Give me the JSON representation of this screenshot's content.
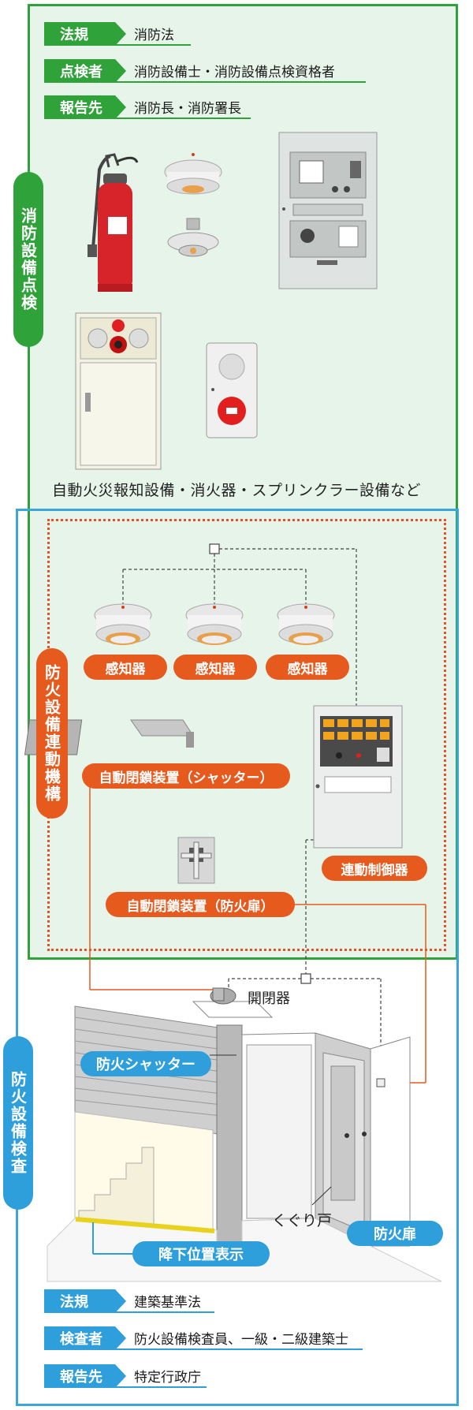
{
  "fire_inspection": {
    "section_label": "消防設備点検",
    "law_label": "法規",
    "law_value": "消防法",
    "inspector_label": "点検者",
    "inspector_value": "消防設備士・消防設備点検資格者",
    "report_label": "報告先",
    "report_value": "消防長・消防署長",
    "equipment_caption": "自動火災報知設備・消火器・スプリンクラー設備など"
  },
  "interlock": {
    "section_label": "防火設備連動機構",
    "detector_labels": [
      "感知器",
      "感知器",
      "感知器"
    ],
    "shutter_closer_label": "自動閉鎖装置（シャッター）",
    "door_closer_label": "自動閉鎖装置（防火扉）",
    "controller_label": "連動制御器"
  },
  "building": {
    "release_label": "開閉器",
    "shutter_label": "防火シャッター",
    "wicket_label": "くぐり戸",
    "door_label": "防火扉",
    "drop_position_label": "降下位置表示"
  },
  "fire_equipment_inspection": {
    "section_label": "防火設備検査",
    "law_label": "法規",
    "law_value": "建築基準法",
    "inspector_label": "検査者",
    "inspector_value": "防火設備検査員、一級・二級建築士",
    "report_label": "報告先",
    "report_value": "特定行政庁"
  },
  "colors": {
    "green": "#2fa23a",
    "green_bg": "#e6f4ea",
    "blue": "#2f9fdc",
    "orange": "#e65a1e",
    "red_dotted": "#e8502a"
  }
}
